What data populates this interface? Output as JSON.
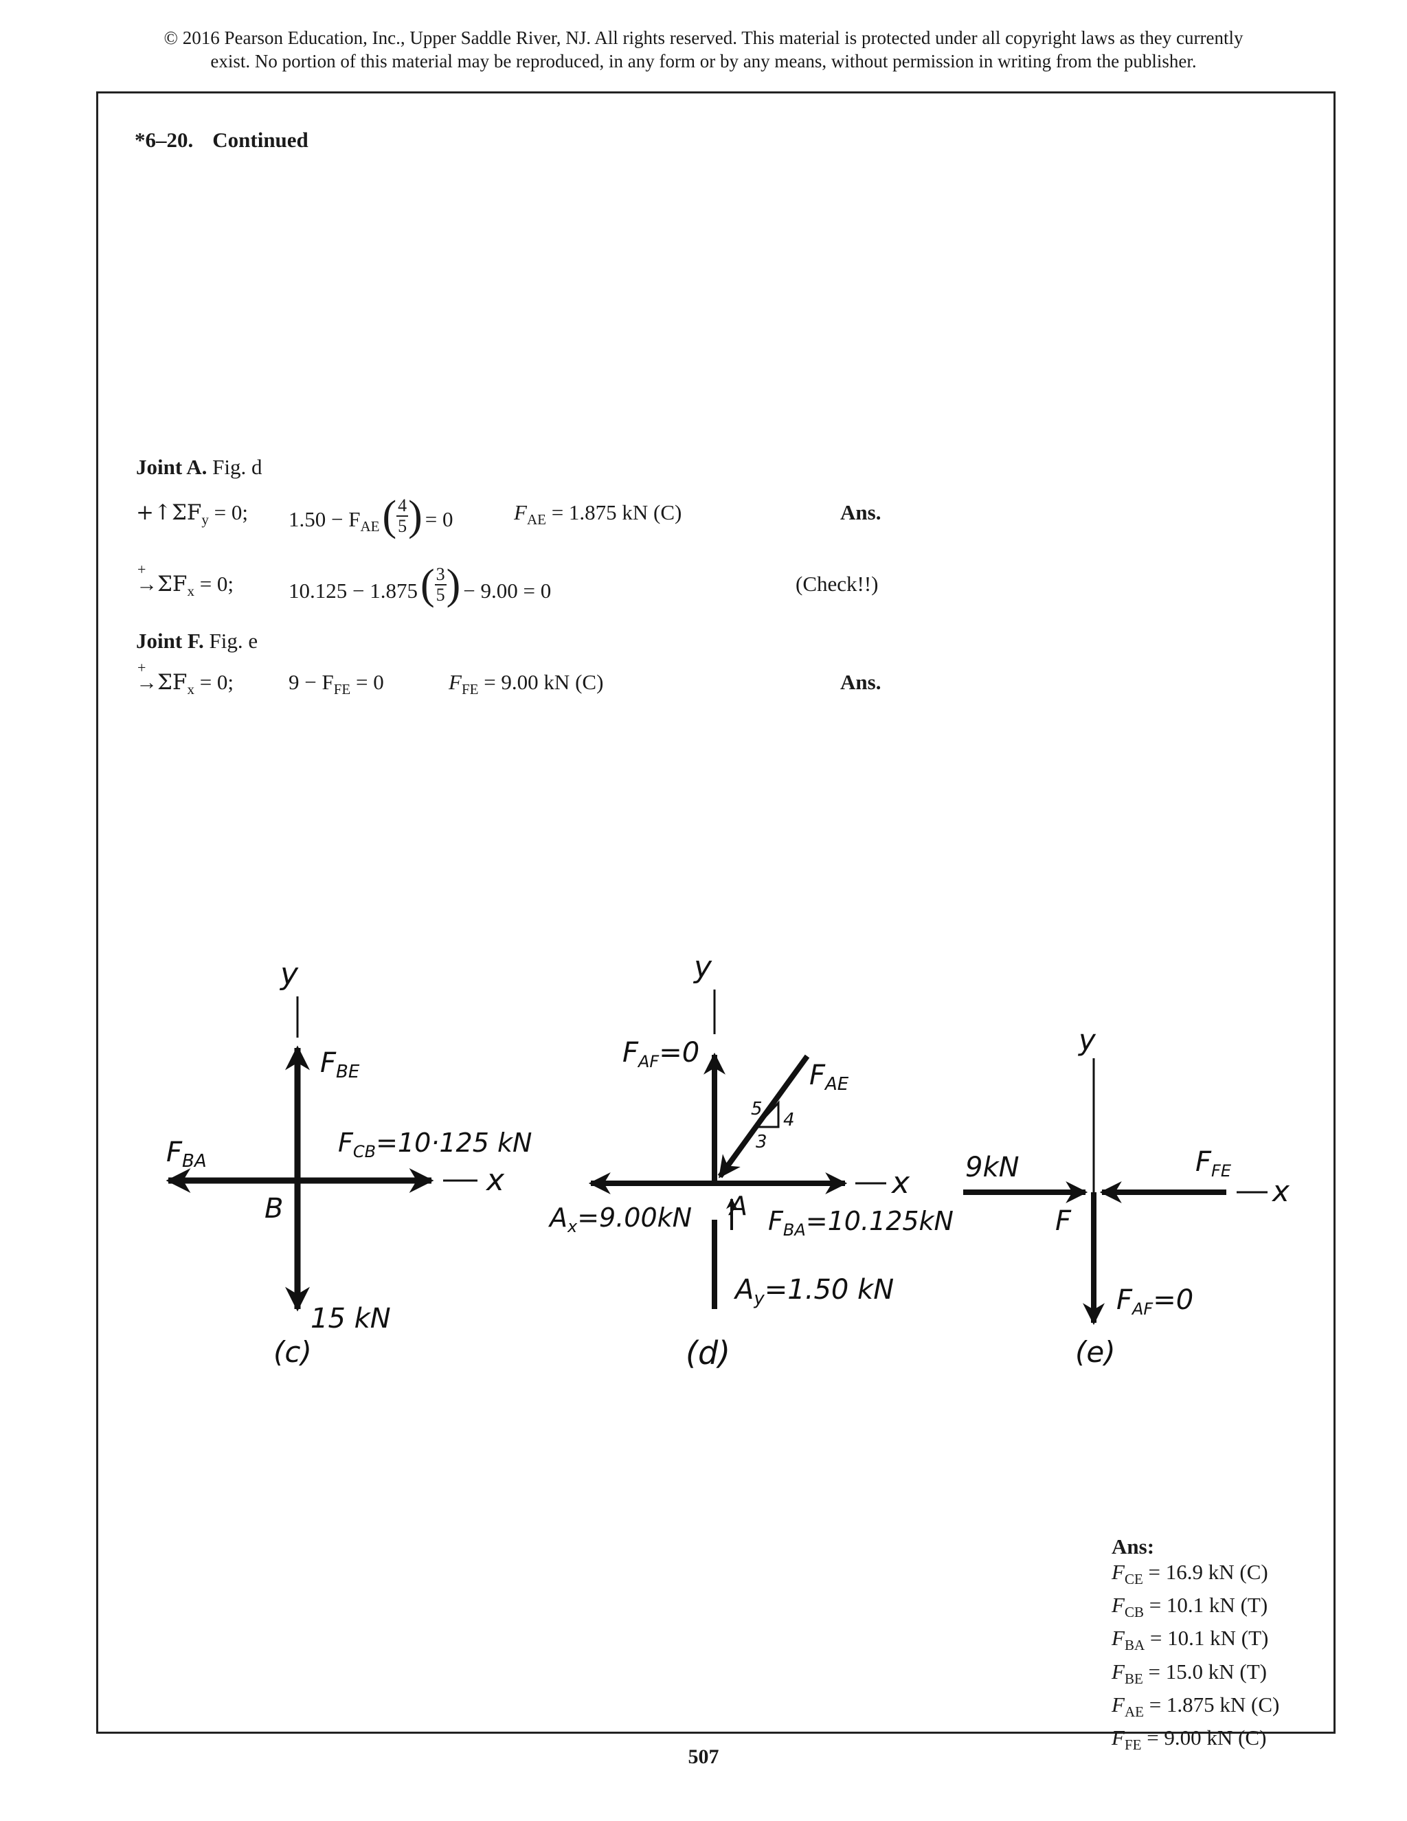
{
  "copyright": {
    "line1": "© 2016 Pearson Education, Inc., Upper Saddle River, NJ.  All rights reserved. This material is protected under all copyright laws as they currently",
    "line2": "exist. No portion of this material may be reproduced, in any form or by any means, without permission in writing from the publisher."
  },
  "problem": {
    "number": "*6–20.",
    "continued": "Continued"
  },
  "jointA": {
    "label": "Joint A.",
    "fig": "Fig. d",
    "eq1": {
      "lab": "+↑ΣF",
      "sub": "y",
      "zero": " = 0;",
      "expr": "1.50 − F",
      "expr_sub": "AE",
      "num": "4",
      "den": "5",
      "tail": "= 0",
      "res": "F",
      "res_sub": "AE",
      "res_val": " = 1.875  kN (C)",
      "ans": "Ans."
    },
    "eq2": {
      "lab": "ΣF",
      "sub": "x",
      "zero": " = 0;",
      "expr": "10.125 − 1.875",
      "num": "3",
      "den": "5",
      "tail": "− 9.00 = 0",
      "check": "(Check!!)"
    }
  },
  "jointF": {
    "label": "Joint F.",
    "fig": "Fig. e",
    "eq1": {
      "lab": "ΣF",
      "sub": "x",
      "zero": " = 0;",
      "expr": "9 − F",
      "expr_sub": "FE",
      "tail": " = 0",
      "res": "F",
      "res_sub": "FE",
      "res_val": " = 9.00 kN (C)",
      "ans": "Ans."
    }
  },
  "figures": {
    "c": {
      "caption": "(c)",
      "y": "y",
      "x": "x",
      "joint": "B",
      "fbe": "F",
      "fbe_sub": "BE",
      "fba": "F",
      "fba_sub": "BA",
      "fcb": "F",
      "fcb_sub": "CB",
      "fcb_val": "=10·125 kN",
      "down": "15 kN"
    },
    "d": {
      "caption": "(d)",
      "y": "y",
      "x": "x",
      "joint": "A",
      "faf": "F",
      "faf_sub": "AF",
      "faf_val": "=0",
      "fae": "F",
      "fae_sub": "AE",
      "tri5": "5",
      "tri4": "4",
      "tri3": "3",
      "ax": "A",
      "ax_sub": "x",
      "ax_val": "=9.00kN",
      "fba": "F",
      "fba_sub": "BA",
      "fba_val": "=10.125kN",
      "ay": "A",
      "ay_sub": "y",
      "ay_val": "=1.50 kN"
    },
    "e": {
      "caption": "(e)",
      "y": "y",
      "x": "x",
      "joint": "F",
      "left": "9kN",
      "ffe": "F",
      "ffe_sub": "FE",
      "faf": "F",
      "faf_sub": "AF",
      "faf_val": "=0"
    }
  },
  "answers": {
    "heading": "Ans:",
    "lines": [
      {
        "f": "F",
        "sub": "CE",
        "val": " =  16.9 kN (C)"
      },
      {
        "f": "F",
        "sub": "CB",
        "val": " =  10.1 kN (T)"
      },
      {
        "f": "F",
        "sub": "BA",
        "val": " =  10.1 kN (T)"
      },
      {
        "f": "F",
        "sub": "BE",
        "val": " =  15.0 kN (T)"
      },
      {
        "f": "F",
        "sub": "AE",
        "val": " =  1.875  kN (C)"
      },
      {
        "f": "F",
        "sub": "FE",
        "val": " =  9.00 kN (C)"
      }
    ]
  },
  "page_number": "507"
}
